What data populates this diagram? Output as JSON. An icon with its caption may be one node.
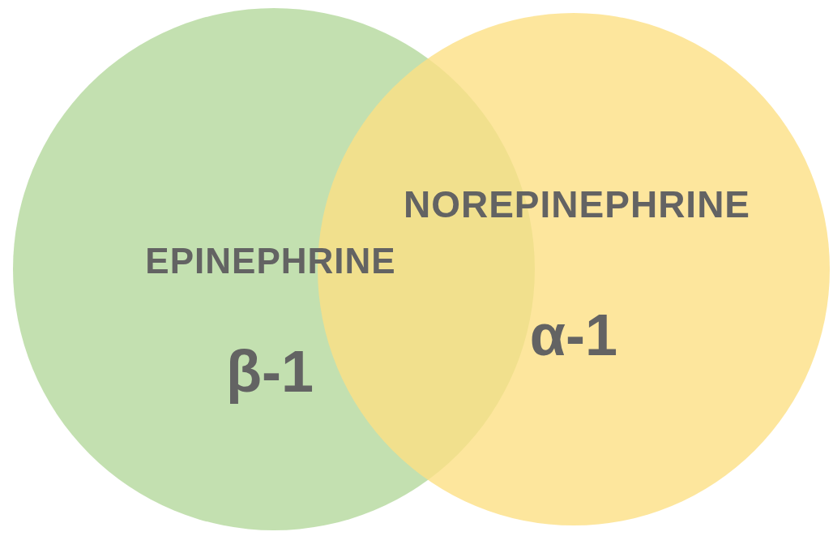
{
  "diagram": {
    "nodes": [
      {
        "text": [
          "EPINEPHRINE",
          "β-1"
        ]
      },
      {
        "text": [
          "NOREPINEPHRINE",
          "α-1"
        ]
      }
    ]
  }
}
